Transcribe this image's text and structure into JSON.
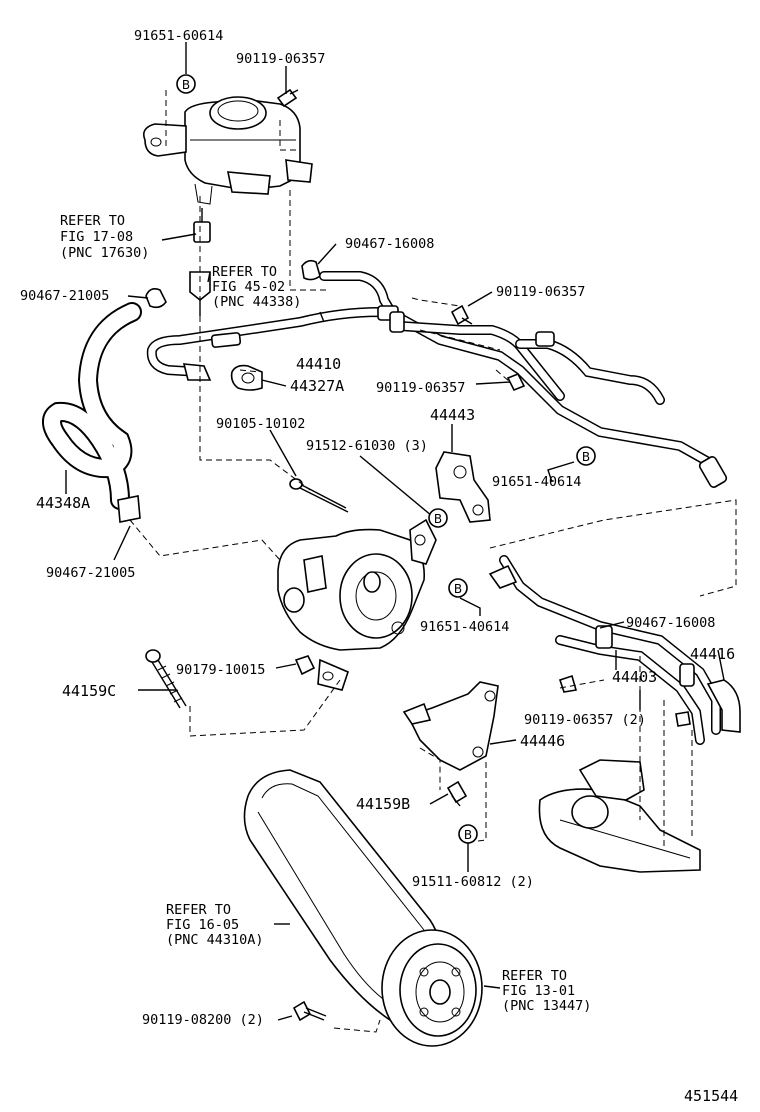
{
  "labels": {
    "p91651_60614_top": "91651-60614",
    "p90119_06357_top": "90119-06357",
    "refer_17_08_a": "REFER TO",
    "refer_17_08_b": "FIG 17-08",
    "refer_17_08_c": "(PNC 17630)",
    "p90467_16008_top": "90467-16008",
    "refer_45_02_a": "REFER TO",
    "refer_45_02_b": "FIG 45-02",
    "refer_45_02_c": "(PNC 44338)",
    "p90467_21005_top": "90467-21005",
    "p90119_06357_r1": "90119-06357",
    "p44410": "44410",
    "p44327A": "44327A",
    "p90119_06357_r2": "90119-06357",
    "p44443": "44443",
    "p90105_10102": "90105-10102",
    "p91512_61030": "91512-61030 (3)",
    "p91651_40614_r": "91651-40614",
    "p44348A": "44348A",
    "p90467_21005_bot": "90467-21005",
    "p91651_40614_mid": "91651-40614",
    "p90467_16008_bot": "90467-16008",
    "p44416": "44416",
    "p44159C": "44159C",
    "p90179_10015": "90179-10015",
    "p44403": "44403",
    "p90119_06357_2": "90119-06357 (2)",
    "p44446": "44446",
    "p44159B": "44159B",
    "p91511_60812": "91511-60812 (2)",
    "refer_16_05_a": "REFER TO",
    "refer_16_05_b": "FIG 16-05",
    "refer_16_05_c": "(PNC 44310A)",
    "refer_13_01_a": "REFER TO",
    "refer_13_01_b": "FIG 13-01",
    "refer_13_01_c": "(PNC 13447)",
    "p90119_08200": "90119-08200 (2)",
    "figure_number": "451544"
  },
  "callout_letter": "B"
}
